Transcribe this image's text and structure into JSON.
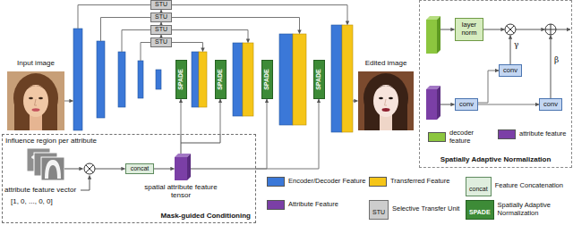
{
  "diagram": {
    "nodes": [
      {
        "text": [
          "STU"
        ]
      },
      {
        "text": [
          "STU"
        ]
      },
      {
        "text": [
          "STU"
        ]
      },
      {
        "text": [
          "STU"
        ]
      },
      {
        "text": [
          "SPADE"
        ]
      },
      {
        "text": [
          "SPADE"
        ]
      },
      {
        "text": [
          "SPADE"
        ]
      },
      {
        "text": [
          "SPADE"
        ]
      },
      {
        "text": [
          "Mask-guided Conditioning"
        ]
      },
      {
        "text": [
          "concat"
        ],
        "in": 8
      },
      {
        "text": [
          "Spatially Adaptive Normalization"
        ]
      },
      {
        "text": [
          "layer norm"
        ],
        "in": 10
      },
      {
        "text": [
          "conv"
        ],
        "in": 10
      },
      {
        "text": [
          "conv"
        ],
        "in": 10
      },
      {
        "text": [
          "conv"
        ],
        "in": 10
      }
    ],
    "edges": [
      {
        "from": 3,
        "to": 2,
        "arrow": "to"
      },
      {
        "from": 2,
        "to": 1,
        "arrow": "to"
      },
      {
        "from": 1,
        "to": 0,
        "arrow": "to"
      },
      {
        "from": 8,
        "to": 4,
        "arrow": "to"
      },
      {
        "from": 8,
        "to": 5,
        "arrow": "to"
      },
      {
        "from": 8,
        "to": 6,
        "arrow": "to"
      },
      {
        "from": 8,
        "to": 7,
        "arrow": "to"
      },
      {
        "from": 12,
        "to": 13,
        "arrow": "to"
      },
      {
        "from": 12,
        "to": 14,
        "arrow": "to"
      }
    ],
    "labels": [
      "Input image",
      "Edited image",
      "Influence region per attribute",
      "attribute feature vector",
      "[1, 0, ..., 0, 0]",
      "spatial attribute feature tensor",
      "γ",
      "β",
      "concat",
      "STU",
      "SPADE"
    ],
    "legend": [
      {
        "text": "Encoder/Decoder Feature",
        "color": "#3b78d8"
      },
      {
        "text": "Transferred Feature",
        "color": "#f5c518"
      },
      {
        "text": "Feature Concatenation"
      },
      {
        "text": "Attribute Feature",
        "color": "#7b3fa6"
      },
      {
        "text": "Selective Transfer Unit"
      },
      {
        "text": "Spatially Adaptive Normalization"
      },
      {
        "text": "decoder feature",
        "color": "#8cc63f"
      },
      {
        "text": "attribute feature",
        "color": "#7b3fa6"
      }
    ]
  }
}
